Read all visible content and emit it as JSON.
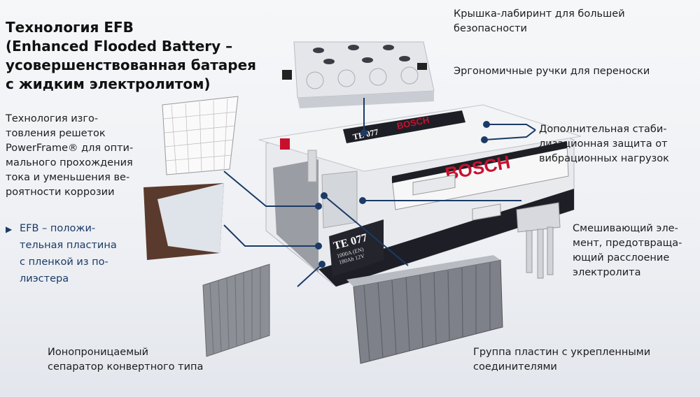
{
  "title": "Технология EFB\n(Enhanced Flooded Battery –\nусовершенствованная батарея\nс жидким электролитом)",
  "labels": {
    "lid": "Крышка-лабиринт  для большей\nбезопасности",
    "handles": "Эргономичные ручки для переноски",
    "stabilization": "Дополнительная стаби-\nлизационная защита от\nвибрационных нагрузок",
    "mixing": "Смешивающий эле-\nмент, предотвраща-\nющий расслоение\nэлектролита",
    "plates": "Группа пластин с укрепленными\nсоединителями",
    "separator": "Ионопроницаемый\nсепаратор  конвертного типа",
    "powerframe": "Технология изго-\nтовления решеток\nPowerFrame® для опти-\nмального прохождения\nтока и уменьшения ве-\nроятности коррозии",
    "efb_bullet": "▶",
    "efb": "EFB – положи-\nтельная пластина\nс пленкой из по-\nлиэстера"
  },
  "battery": {
    "brand": "BOSCH",
    "model": "TE 077",
    "spec1": "1000A (EN)",
    "spec2": "180Ah 12V"
  },
  "colors": {
    "leader": "#1b3a66",
    "brand": "#c8102e"
  }
}
